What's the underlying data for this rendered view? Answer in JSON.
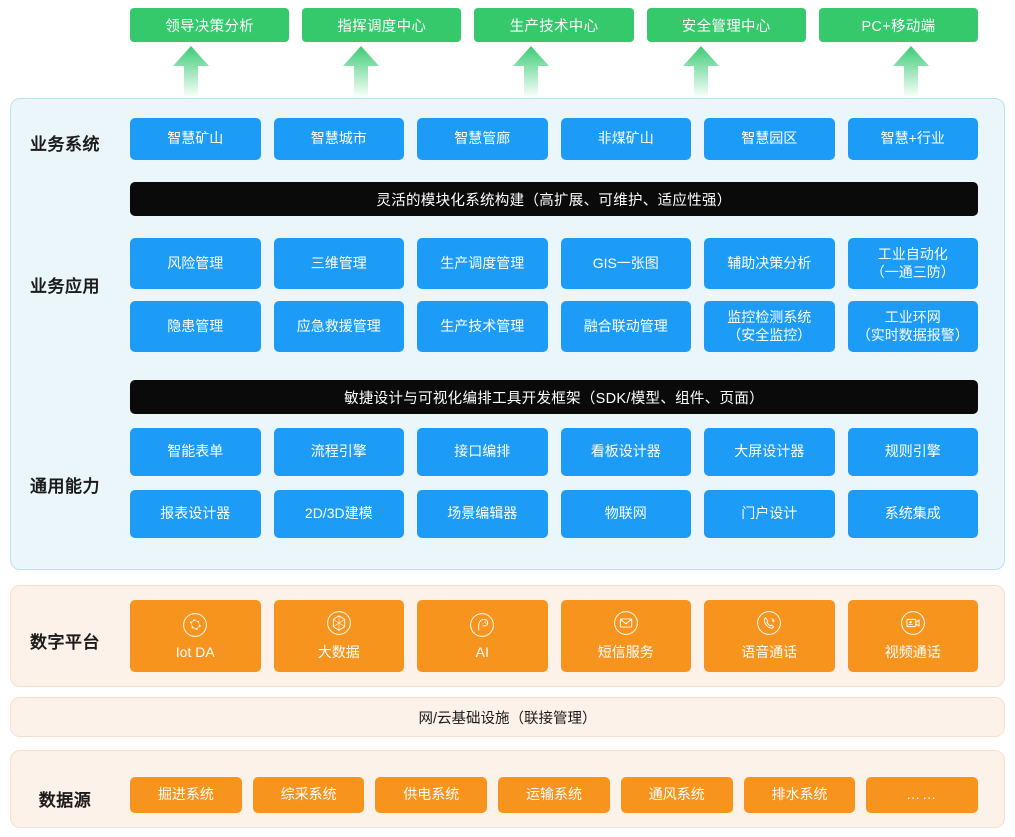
{
  "top_targets": [
    {
      "label": "领导决策分析"
    },
    {
      "label": "指挥调度中心"
    },
    {
      "label": "生产技术中心"
    },
    {
      "label": "安全管理中心"
    },
    {
      "label": "PC+移动端"
    }
  ],
  "layers": {
    "business_system": {
      "label": "业务系统",
      "cards": [
        {
          "line1": "智慧矿山"
        },
        {
          "line1": "智慧城市"
        },
        {
          "line1": "智慧管廊"
        },
        {
          "line1": "非煤矿山"
        },
        {
          "line1": "智慧园区"
        },
        {
          "line1": "智慧+行业"
        }
      ]
    },
    "banner_modular": "灵活的模块化系统构建（高扩展、可维护、适应性强）",
    "business_app": {
      "label": "业务应用",
      "row1": [
        {
          "line1": "风险管理"
        },
        {
          "line1": "三维管理"
        },
        {
          "line1": "生产调度管理"
        },
        {
          "line1": "GIS一张图"
        },
        {
          "line1": "辅助决策分析"
        },
        {
          "line1": "工业自动化",
          "line2": "（一通三防）"
        }
      ],
      "row2": [
        {
          "line1": "隐患管理"
        },
        {
          "line1": "应急救援管理"
        },
        {
          "line1": "生产技术管理"
        },
        {
          "line1": "融合联动管理"
        },
        {
          "line1": "监控检测系统",
          "line2": "（安全监控）"
        },
        {
          "line1": "工业环网",
          "line2": "（实时数据报警）"
        }
      ]
    },
    "banner_agile": "敏捷设计与可视化编排工具开发框架（SDK/模型、组件、页面）",
    "general_capability": {
      "label": "通用能力",
      "row1": [
        {
          "line1": "智能表单"
        },
        {
          "line1": "流程引擎"
        },
        {
          "line1": "接口编排"
        },
        {
          "line1": "看板设计器"
        },
        {
          "line1": "大屏设计器"
        },
        {
          "line1": "规则引擎"
        }
      ],
      "row2": [
        {
          "line1": "报表设计器"
        },
        {
          "line1": "2D/3D建模"
        },
        {
          "line1": "场景编辑器"
        },
        {
          "line1": "物联网"
        },
        {
          "line1": "门户设计"
        },
        {
          "line1": "系统集成"
        }
      ]
    },
    "digital_platform": {
      "label": "数字平台",
      "cards": [
        {
          "line1": "Iot DA",
          "icon": "iot-da-icon"
        },
        {
          "line1": "大数据",
          "icon": "big-data-icon"
        },
        {
          "line1": "AI",
          "icon": "ai-icon"
        },
        {
          "line1": "短信服务",
          "icon": "sms-envelope-icon"
        },
        {
          "line1": "语音通话",
          "icon": "voice-call-icon"
        },
        {
          "line1": "视频通话",
          "icon": "video-call-icon"
        }
      ]
    },
    "network_infra": {
      "label": "网/云基础设施（联接管理）"
    },
    "data_source": {
      "label": "数据源",
      "cards": [
        {
          "line1": "掘进系统"
        },
        {
          "line1": "综采系统"
        },
        {
          "line1": "供电系统"
        },
        {
          "line1": "运输系统"
        },
        {
          "line1": "通风系统"
        },
        {
          "line1": "排水系统"
        },
        {
          "line1": "……"
        }
      ]
    }
  },
  "colors": {
    "green": "#35C96B",
    "blue": "#1C9CF6",
    "orange": "#F7941E",
    "banner_black": "#0A0A0A",
    "panel_blue_bg": "#EBF6FB",
    "panel_orange_bg": "#FDF2E9"
  }
}
